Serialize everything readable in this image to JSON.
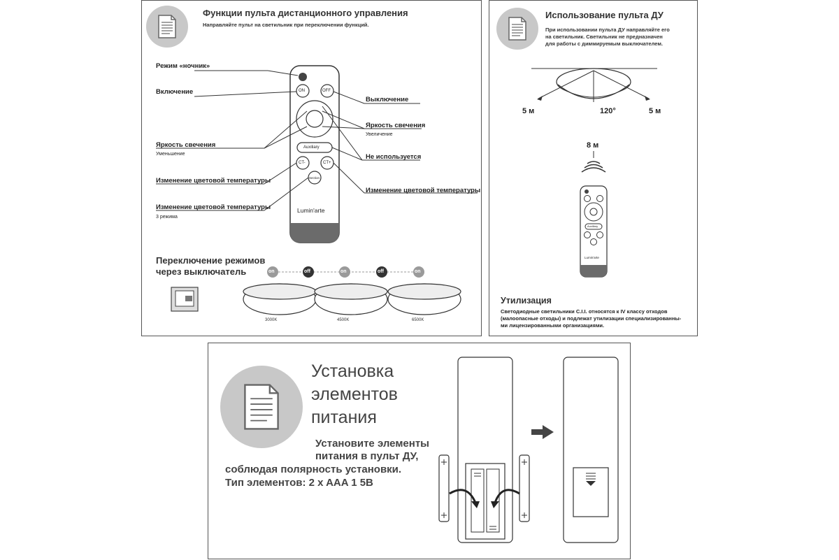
{
  "remote_panel": {
    "title": "Функции пульта дистанционного управления",
    "subtitle": "Направляйте пульт на светильник при переключении функций.",
    "labels": {
      "night_mode": "Режим «ночник»",
      "power_on": "Включение",
      "power_off": "Выключение",
      "brightness_up": "Яркость свечения",
      "brightness_up_sub": "Увеличение",
      "brightness_down": "Яркость свечения",
      "brightness_down_sub": "Уменьшение",
      "not_used": "Не используется",
      "color_temp_left": "Изменение цветовой температуры",
      "color_temp_right": "Изменение цветовой температуры",
      "color_temp_3": "Изменение цветовой температуры",
      "color_temp_3_sub": "3 режима"
    },
    "remote": {
      "on": "ON",
      "off": "OFF",
      "auxiliary": "Auxiliary",
      "ct_minus": "CT-",
      "ct_plus": "CT+",
      "section": "Section",
      "brand": "Lumin'arte"
    },
    "switch_modes": {
      "title_line1": "Переключение режимов",
      "title_line2": "через выключатель",
      "states": [
        "on",
        "off",
        "on",
        "off",
        "on"
      ],
      "temps": [
        "3000K",
        "4500K",
        "6500K"
      ]
    },
    "icon": "document-icon"
  },
  "usage_panel": {
    "title": "Использование пульта ДУ",
    "text_lines": [
      "При использовании пульта ДУ направляйте его",
      "на светильник. Светильник не предназначен",
      "для работы с диммируемым выключателем."
    ],
    "distance_left": "5 м",
    "distance_right": "5 м",
    "angle": "120°",
    "range": "8 м",
    "remote_brand": "Lumin'arte",
    "remote_aux": "Auxiliary",
    "disposal_title": "Утилизация",
    "disposal_lines": [
      "Светодиодные светильники С.I.I. относятся к IV классу отходов",
      "(малоопасные отходы) и подлежат утилизации специализированны-",
      "ми лицензированными организациями."
    ],
    "icon": "document-icon"
  },
  "battery_panel": {
    "title_lines": [
      "Установка",
      "элементов",
      "питания"
    ],
    "text_lines": [
      "Установите элементы",
      "питания в пульт ДУ,",
      "соблюдая полярность установки.",
      "Тип элементов: 2 x AAA 1 5B"
    ],
    "icon": "document-icon"
  }
}
